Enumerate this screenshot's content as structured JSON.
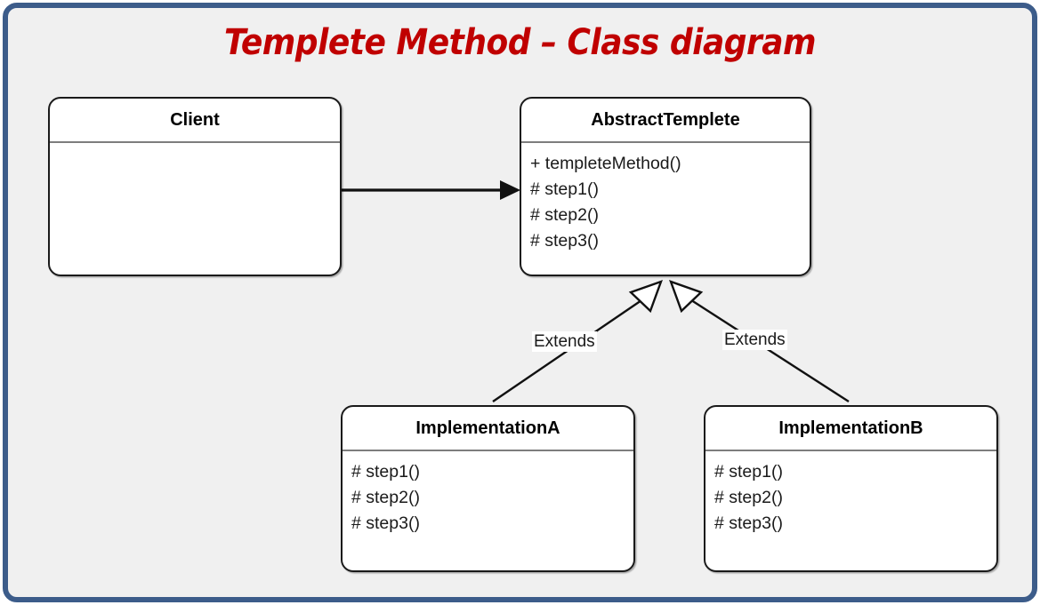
{
  "diagram": {
    "title": "Templete Method – Class diagram",
    "title_color": "#c00000",
    "frame_border_color": "#3c5c8a",
    "background_color": "#f0f0f0",
    "box_fill_color": "#ffffff",
    "box_border_color": "#1a1a1a",
    "type": "uml-class-diagram"
  },
  "classes": [
    {
      "id": "client",
      "name": "Client",
      "members": []
    },
    {
      "id": "abstract",
      "name": "AbstractTemplete",
      "members": [
        "+ templeteMethod()",
        "# step1()",
        "# step2()",
        "# step3()"
      ]
    },
    {
      "id": "implementation_a",
      "name": "ImplementationA",
      "members": [
        "# step1()",
        "# step2()",
        "# step3()"
      ]
    },
    {
      "id": "implementation_b",
      "name": "ImplementationB",
      "members": [
        "# step1()",
        "# step2()",
        "# step3()"
      ]
    }
  ],
  "relations": [
    {
      "id": "client_uses_abstract",
      "from": "client",
      "to": "abstract",
      "label": "",
      "arrow": "filled-arrow"
    },
    {
      "id": "impl_a_extends_abstract",
      "from": "implementation_a",
      "to": "abstract",
      "label": "Extends",
      "arrow": "hollow-triangle"
    },
    {
      "id": "impl_b_extends_abstract",
      "from": "implementation_b",
      "to": "abstract",
      "label": "Extends",
      "arrow": "hollow-triangle"
    }
  ]
}
